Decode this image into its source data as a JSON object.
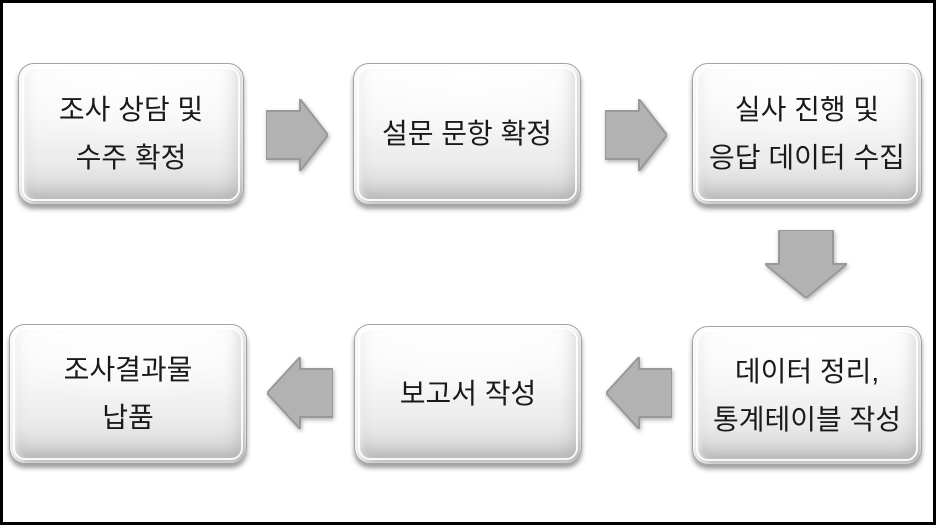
{
  "colors": {
    "arrow_fill": "#b2b2b2",
    "arrow_stroke": "#999999",
    "page_border": "#000000",
    "box_text": "#1a1a1a"
  },
  "flow": {
    "steps": [
      {
        "id": "step-1",
        "position": "top-left",
        "lines": [
          "조사 상담 및",
          "수주 확정"
        ]
      },
      {
        "id": "step-2",
        "position": "top-center",
        "lines": [
          "설문 문항 확정"
        ]
      },
      {
        "id": "step-3",
        "position": "top-right",
        "lines": [
          "실사 진행 및",
          "응답 데이터 수집"
        ]
      },
      {
        "id": "step-4",
        "position": "bottom-right",
        "lines": [
          "데이터 정리,",
          "통계테이블 작성"
        ]
      },
      {
        "id": "step-5",
        "position": "bottom-center",
        "lines": [
          "보고서 작성"
        ]
      },
      {
        "id": "step-6",
        "position": "bottom-left",
        "lines": [
          "조사결과물",
          "납품"
        ]
      }
    ],
    "arrows": [
      {
        "id": "arrow-1",
        "direction": "right",
        "from": "step-1",
        "to": "step-2"
      },
      {
        "id": "arrow-2",
        "direction": "right",
        "from": "step-2",
        "to": "step-3"
      },
      {
        "id": "arrow-3",
        "direction": "down",
        "from": "step-3",
        "to": "step-4"
      },
      {
        "id": "arrow-4",
        "direction": "left",
        "from": "step-4",
        "to": "step-5"
      },
      {
        "id": "arrow-5",
        "direction": "left",
        "from": "step-5",
        "to": "step-6"
      }
    ]
  }
}
